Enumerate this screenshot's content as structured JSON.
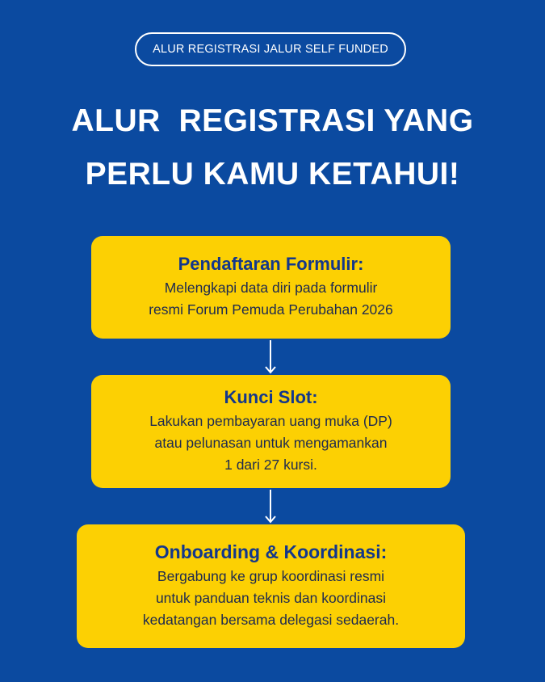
{
  "badge": "ALUR REGISTRASI JALUR SELF FUNDED",
  "headline": {
    "line1": "ALUR  REGISTRASI YANG",
    "line2": "PERLU KAMU KETAHUI!"
  },
  "steps": [
    {
      "title": "Pendaftaran Formulir:",
      "lines": [
        "Melengkapi data diri pada formulir",
        "resmi Forum Pemuda Perubahan 2026"
      ]
    },
    {
      "title": "Kunci Slot:",
      "lines": [
        "Lakukan pembayaran uang muka (DP)",
        "atau pelunasan untuk mengamankan",
        "1 dari 27 kursi."
      ]
    },
    {
      "title": "Onboarding & Koordinasi:",
      "lines": [
        "Bergabung ke grup koordinasi resmi",
        "untuk panduan teknis dan koordinasi",
        "kedatangan bersama delegasi sedaerah."
      ]
    }
  ],
  "colors": {
    "background": "#0b4aa0",
    "card": "#fcd003",
    "card_title": "#13378c",
    "arrow": "#ffffff"
  },
  "icons": {
    "connector": "arrow-down-icon"
  }
}
